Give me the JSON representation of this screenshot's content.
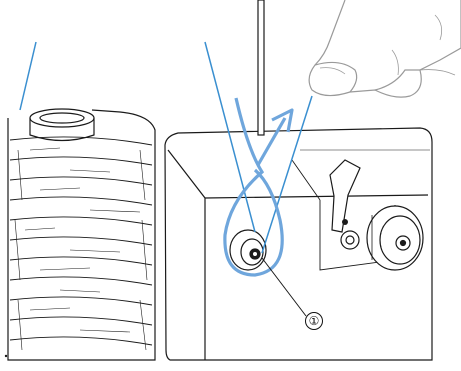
{
  "callout": {
    "marker": "①"
  },
  "colors": {
    "outline": "#1a1a1a",
    "thread": "#3a8fd0",
    "thread_loop": "#6fa6dc",
    "hand": "#9a9a9a",
    "fill": "#ffffff"
  },
  "icons": {
    "spool": "thread-spool",
    "hand": "hand-pinching-thread",
    "tensioner": "thread-tension-disc"
  }
}
